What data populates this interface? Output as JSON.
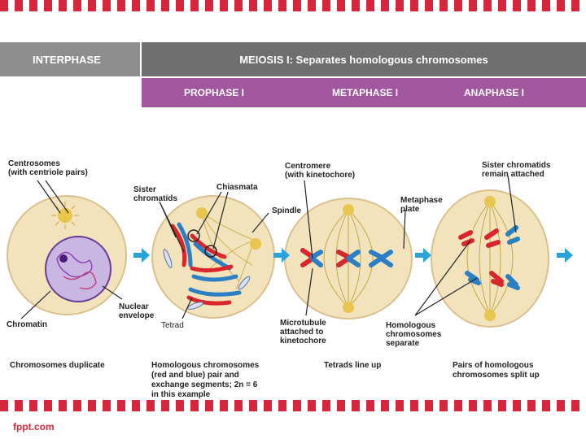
{
  "header": {
    "interphase": "INTERPHASE",
    "meiosis": "MEIOSIS I: Separates homologous chromosomes",
    "phases": [
      "PROPHASE I",
      "METAPHASE I",
      "ANAPHASE I"
    ]
  },
  "labels": {
    "centrosomes": "Centrosomes\n(with centriole pairs)",
    "sister_chromatids": "Sister\nchromatids",
    "chiasmata": "Chiasmata",
    "spindle": "Spindle",
    "centromere": "Centromere\n(with kinetochore)",
    "metaphase_plate": "Metaphase\nplate",
    "sister_attached": "Sister chromatids\nremain attached",
    "nuclear_envelope": "Nuclear\nenvelope",
    "chromatin": "Chromatin",
    "tetrad": "Tetrad",
    "microtubule": "Microtubule\nattached to\nkinetochore",
    "homologous_separate": "Homologous\nchromosomes\nseparate"
  },
  "captions": {
    "interphase": "Chromosomes duplicate",
    "prophase": "Homologous chromosomes\n(red and blue) pair and\nexchange segments; 2n = 6\nin this example",
    "metaphase": "Tetrads line up",
    "anaphase": "Pairs of homologous\nchromosomes split up"
  },
  "footer": "fppt.com",
  "colors": {
    "accent": "#d8253b",
    "purple": "#a0579e",
    "red_chromosome": "#d9262d",
    "blue_chromosome": "#2b7fc4",
    "cell": "#f3e3bd"
  }
}
